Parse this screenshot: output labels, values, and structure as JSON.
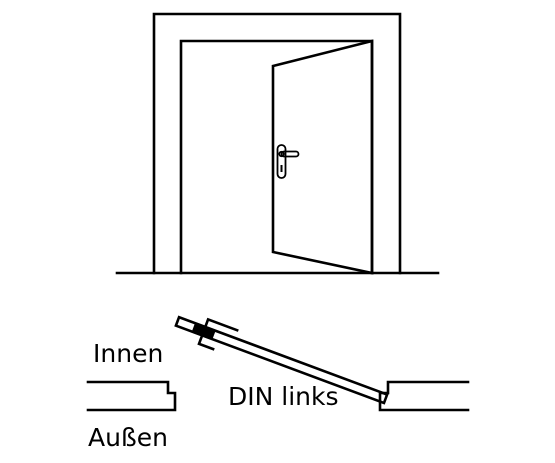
{
  "labels": {
    "inside": "Innen",
    "outside": "Außen",
    "hinge_side": "DIN links"
  },
  "colors": {
    "line": "#000000",
    "background": "#ffffff"
  },
  "icons": {
    "door": "door-open-icon",
    "handle": "door-handle-icon"
  }
}
